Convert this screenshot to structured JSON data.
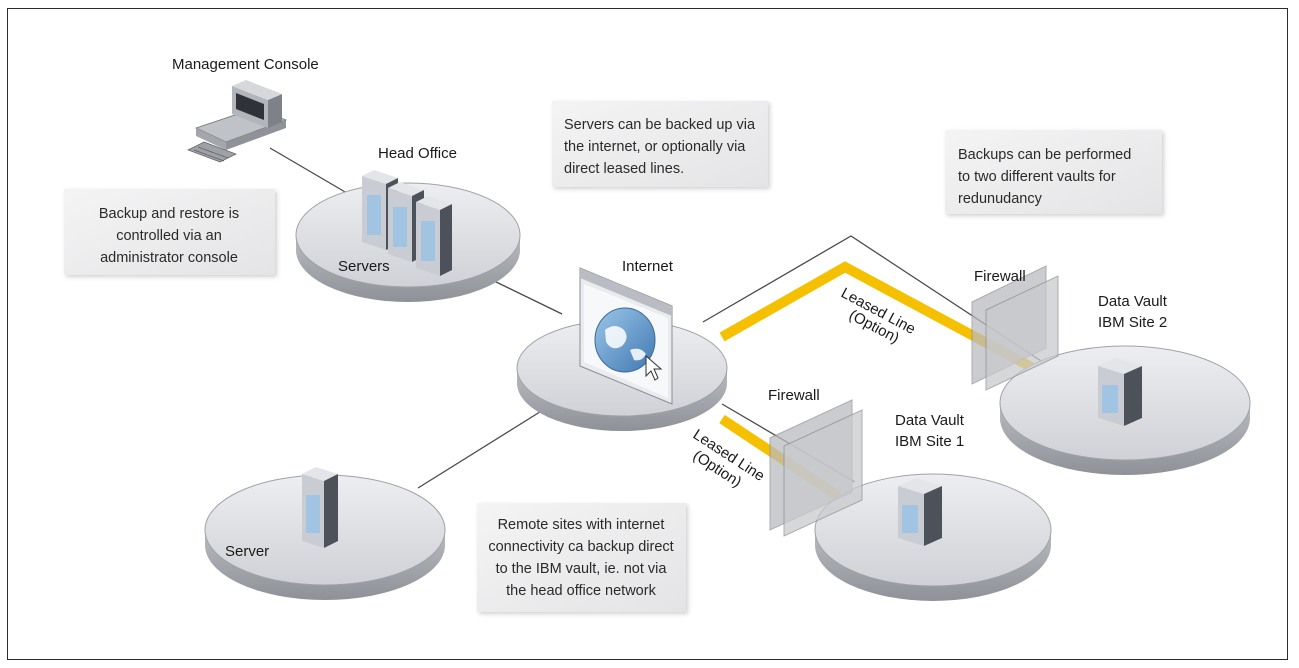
{
  "labels": {
    "management_console": "Management Console",
    "head_office": "Head Office",
    "servers": "Servers",
    "internet": "Internet",
    "firewall": "Firewall",
    "leased_line": "Leased Line",
    "option": "(Option)",
    "data_vault": "Data Vault",
    "ibm_site_1": "IBM Site 1",
    "ibm_site_2": "IBM Site 2",
    "server": "Server"
  },
  "notes": {
    "console_note": [
      "Backup and restore is",
      "controlled via an",
      "administrator console"
    ],
    "servers_note": [
      "Servers can be backed up via",
      "the internet, or optionally via",
      "direct leased lines."
    ],
    "backups_note": [
      "Backups can be performed",
      "to two different vaults for",
      "redunudancy"
    ],
    "remote_note": [
      "Remote sites with internet",
      "connectivity ca backup direct",
      "to the IBM vault, ie. not via",
      "the head office network"
    ]
  },
  "colors": {
    "leased_line": "#f5c000",
    "disc_top": "#dcdde0",
    "disc_side": "#a9abb0",
    "note_box": "#ececed",
    "server_front": "#c9ccd2",
    "server_dark": "#4d5159",
    "screen_blue": "#5f95c6"
  }
}
